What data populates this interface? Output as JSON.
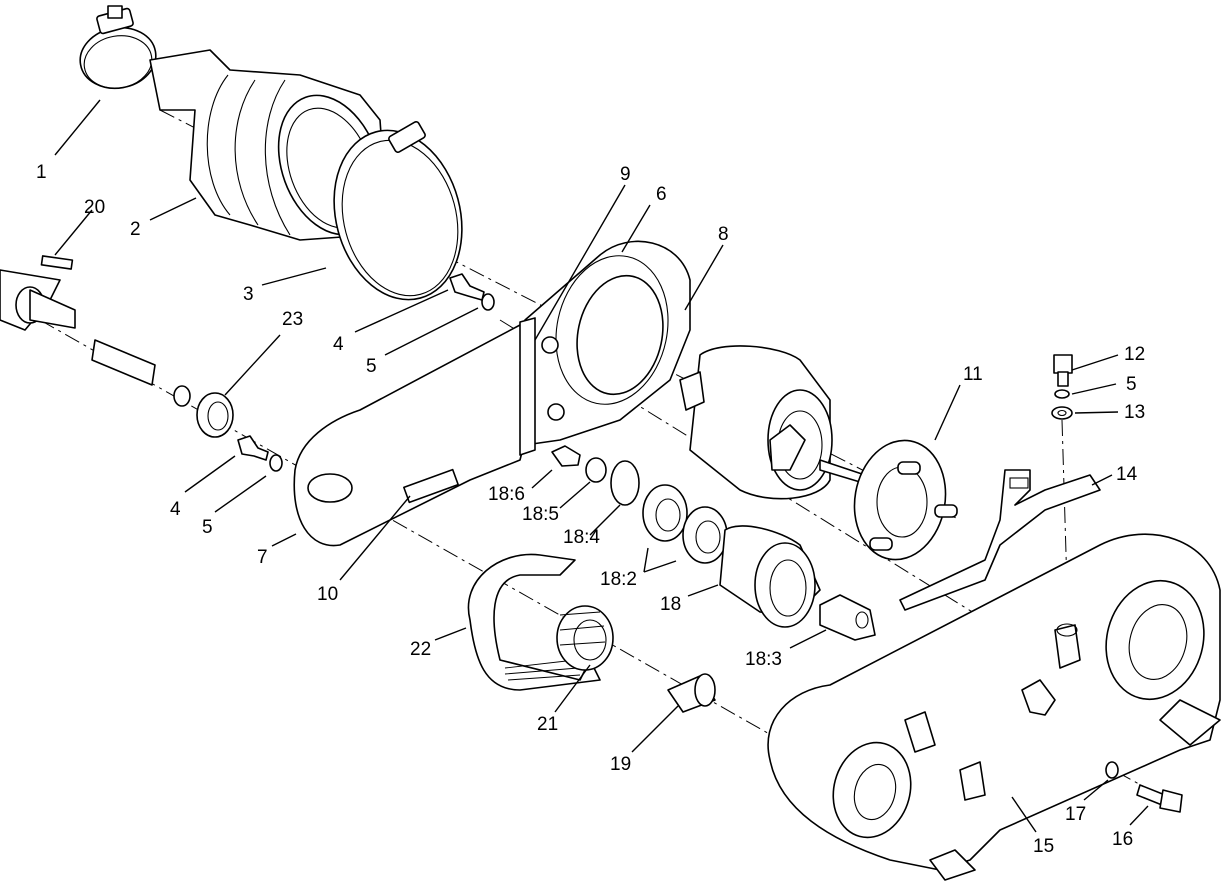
{
  "callouts": [
    {
      "id": "1",
      "text": "1"
    },
    {
      "id": "2",
      "text": "2"
    },
    {
      "id": "3",
      "text": "3"
    },
    {
      "id": "4a",
      "text": "4"
    },
    {
      "id": "4b",
      "text": "4"
    },
    {
      "id": "5a",
      "text": "5"
    },
    {
      "id": "5b",
      "text": "5"
    },
    {
      "id": "5c",
      "text": "5"
    },
    {
      "id": "6",
      "text": "6"
    },
    {
      "id": "7",
      "text": "7"
    },
    {
      "id": "8",
      "text": "8"
    },
    {
      "id": "9",
      "text": "9"
    },
    {
      "id": "10",
      "text": "10"
    },
    {
      "id": "11",
      "text": "11"
    },
    {
      "id": "12",
      "text": "12"
    },
    {
      "id": "13",
      "text": "13"
    },
    {
      "id": "14",
      "text": "14"
    },
    {
      "id": "15",
      "text": "15"
    },
    {
      "id": "16",
      "text": "16"
    },
    {
      "id": "17",
      "text": "17"
    },
    {
      "id": "18",
      "text": "18"
    },
    {
      "id": "18_2",
      "text": "18:2"
    },
    {
      "id": "18_3",
      "text": "18:3"
    },
    {
      "id": "18_4",
      "text": "18:4"
    },
    {
      "id": "18_5",
      "text": "18:5"
    },
    {
      "id": "18_6",
      "text": "18:6"
    },
    {
      "id": "19",
      "text": "19"
    },
    {
      "id": "20",
      "text": "20"
    },
    {
      "id": "21",
      "text": "21"
    },
    {
      "id": "22",
      "text": "22"
    },
    {
      "id": "23",
      "text": "23"
    }
  ]
}
